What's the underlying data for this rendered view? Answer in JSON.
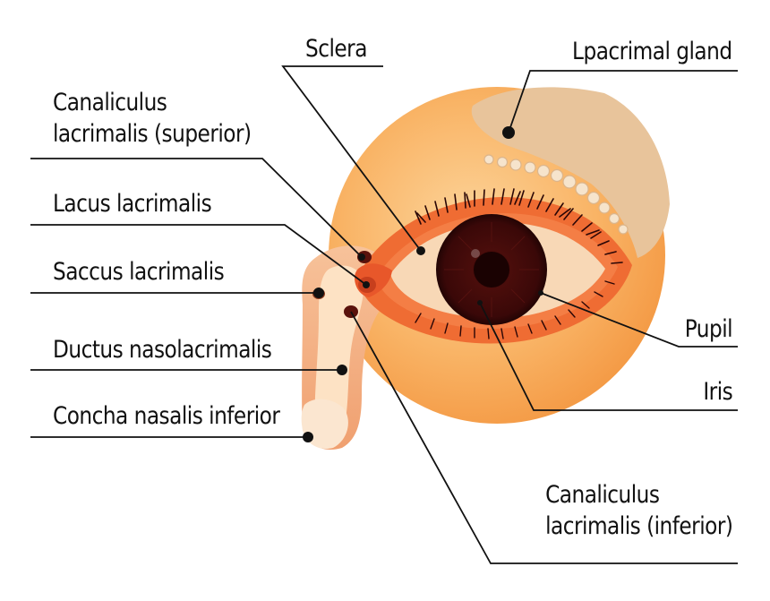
{
  "labels": {
    "sclera": "Sclera",
    "lacrimal_gland": "Lpacrimal gland",
    "canaliculus_superior": [
      "Canaliculus",
      "lacrimalis (superior)"
    ],
    "lacus_lacrimalis": "Lacus lacrimalis",
    "saccus_lacrimalis": "Saccus lacrimalis",
    "ductus_nasolacrimalis": "Ductus nasolacrimalis",
    "concha_nasalis_inferior": "Concha nasalis inferior",
    "pupil": "Pupil",
    "iris": "Iris",
    "canaliculus_inferior": [
      "Canaliculus",
      "lacrimalis (inferior)"
    ]
  },
  "colors": {
    "eyeball": "#f9b05e",
    "lacrimal_gland": "#e9c59c",
    "eyelid": "#ee6b32",
    "sclera": "#f7d7b5",
    "iris": "#3a0808",
    "pupil": "#1a0202",
    "duct": "#f2a77a",
    "leader_line": "#111111"
  }
}
